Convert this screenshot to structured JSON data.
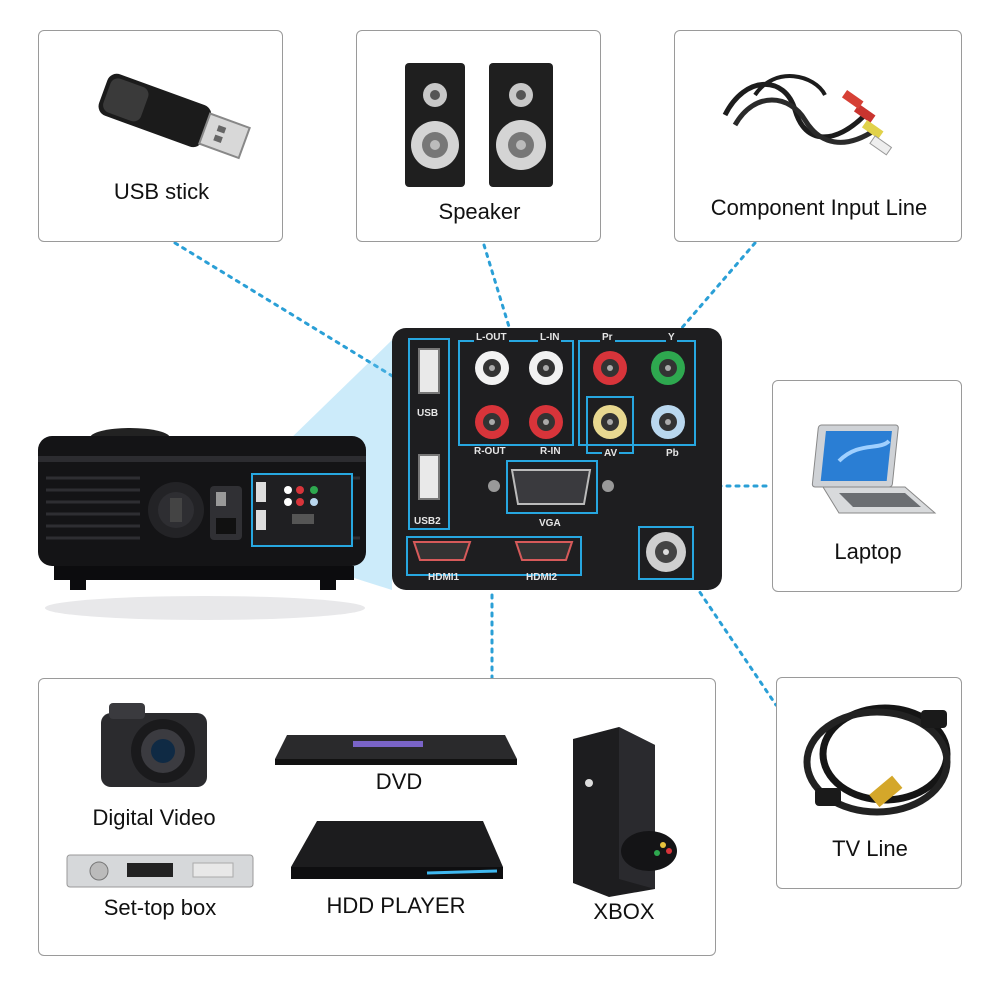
{
  "devices": {
    "usb_stick": "USB stick",
    "speaker": "Speaker",
    "component_input_line": "Component Input Line",
    "laptop": "Laptop",
    "tv_line": "TV Line",
    "digital_video": "Digital Video",
    "dvd": "DVD",
    "set_top_box": "Set-top box",
    "hdd_player": "HDD PLAYER",
    "xbox": "XBOX"
  },
  "panel": {
    "usb": "USB",
    "usb2": "USB2",
    "l_out": "L-OUT",
    "l_in": "L-IN",
    "r_out": "R-OUT",
    "r_in": "R-IN",
    "pr": "Pr",
    "y": "Y",
    "av": "AV",
    "pb": "Pb",
    "vga": "VGA",
    "hdmi1": "HDMI1",
    "hdmi2": "HDMI2"
  },
  "colors": {
    "connector_line": "#2a9fd6",
    "highlight": "#27a7e0",
    "panel_bg": "#1e1e20",
    "box_border": "#9a9a9a",
    "rca_white": "#f2f2f2",
    "rca_red": "#d8343a",
    "rca_green": "#2ea84f",
    "rca_yellow": "#e8d890",
    "rca_blue": "#b9d7ee"
  }
}
